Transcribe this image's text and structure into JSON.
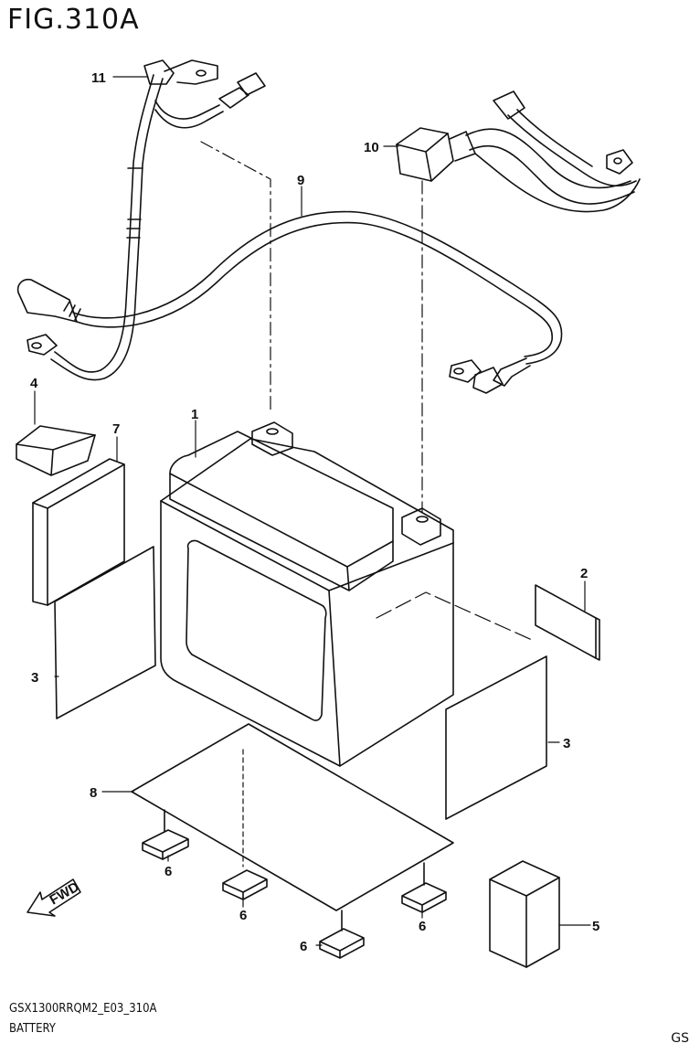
{
  "figure": {
    "title": "FIG.310A"
  },
  "footer": {
    "model_code": "GSX1300RRQM2_E03_310A",
    "description": "BATTERY",
    "region": "GS"
  },
  "fwd_label": "FWD",
  "callouts": {
    "c1": "1",
    "c2": "2",
    "c3a": "3",
    "c3b": "3",
    "c4": "4",
    "c5": "5",
    "c6a": "6",
    "c6b": "6",
    "c6c": "6",
    "c6d": "6",
    "c7": "7",
    "c8": "8",
    "c9": "9",
    "c10": "10",
    "c11": "11"
  }
}
